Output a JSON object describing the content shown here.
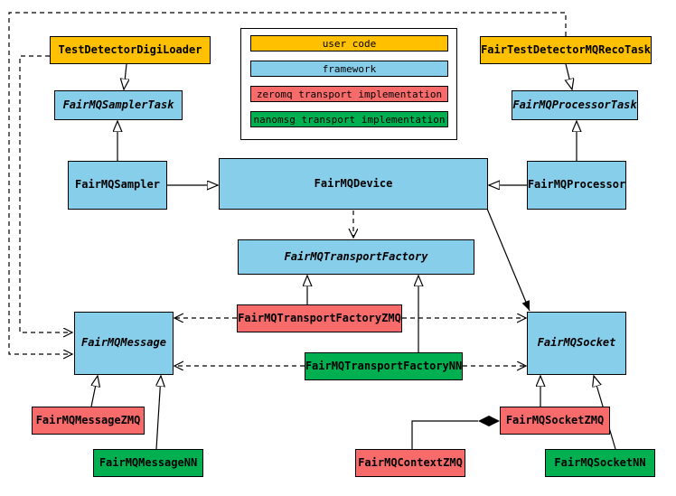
{
  "legend": {
    "items": [
      {
        "label": "user code",
        "color": "#ffc000"
      },
      {
        "label": "framework",
        "color": "#87ceeb"
      },
      {
        "label": "zeromq transport implementation",
        "color": "#f86b6b"
      },
      {
        "label": "nanomsg transport implementation",
        "color": "#00b050"
      }
    ]
  },
  "nodes": {
    "testDetectorDigiLoader": {
      "label": "TestDetectorDigiLoader",
      "category": "user code"
    },
    "fairTestDetectorMQRecoTask": {
      "label": "FairTestDetectorMQRecoTask",
      "category": "user code"
    },
    "fairMQSamplerTask": {
      "label": "FairMQSamplerTask",
      "category": "framework",
      "abstract": true
    },
    "fairMQProcessorTask": {
      "label": "FairMQProcessorTask",
      "category": "framework",
      "abstract": true
    },
    "fairMQSampler": {
      "label": "FairMQSampler",
      "category": "framework"
    },
    "fairMQDevice": {
      "label": "FairMQDevice",
      "category": "framework"
    },
    "fairMQProcessor": {
      "label": "FairMQProcessor",
      "category": "framework"
    },
    "fairMQTransportFactory": {
      "label": "FairMQTransportFactory",
      "category": "framework",
      "abstract": true
    },
    "fairMQTransportFactoryZMQ": {
      "label": "FairMQTransportFactoryZMQ",
      "category": "zeromq"
    },
    "fairMQTransportFactoryNN": {
      "label": "FairMQTransportFactoryNN",
      "category": "nanomsg"
    },
    "fairMQMessage": {
      "label": "FairMQMessage",
      "category": "framework",
      "abstract": true
    },
    "fairMQSocket": {
      "label": "FairMQSocket",
      "category": "framework",
      "abstract": true
    },
    "fairMQMessageZMQ": {
      "label": "FairMQMessageZMQ",
      "category": "zeromq"
    },
    "fairMQMessageNN": {
      "label": "FairMQMessageNN",
      "category": "nanomsg"
    },
    "fairMQSocketZMQ": {
      "label": "FairMQSocketZMQ",
      "category": "zeromq"
    },
    "fairMQSocketNN": {
      "label": "FairMQSocketNN",
      "category": "nanomsg"
    },
    "fairMQContextZMQ": {
      "label": "FairMQContextZMQ",
      "category": "zeromq"
    }
  },
  "colors": {
    "user_code": "#ffc000",
    "framework": "#87ceeb",
    "zeromq": "#f86b6b",
    "nanomsg": "#00b050",
    "line": "#000000",
    "background": "#ffffff"
  }
}
